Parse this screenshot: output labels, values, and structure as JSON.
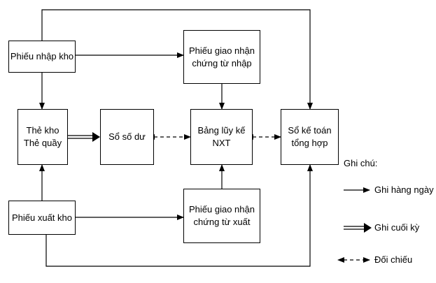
{
  "nodes": {
    "phieu_nhap_kho": [
      "Phiếu nhập kho"
    ],
    "phieu_giao_nhan_nhap": [
      "Phiếu giao nhận",
      "chứng từ nhập"
    ],
    "the_kho": [
      "Thẻ kho",
      "Thẻ quầy"
    ],
    "so_so_du": [
      "Sổ số dư"
    ],
    "bang_luy_ke": [
      "Bảng lũy kế",
      "NXT"
    ],
    "so_ke_toan": [
      "Sổ kế toán",
      "tổng hợp"
    ],
    "phieu_xuat_kho": [
      "Phiếu xuất kho"
    ],
    "phieu_giao_nhan_xuat": [
      "Phiếu giao nhận",
      "chứng từ xuất"
    ]
  },
  "legend": {
    "title": "Ghi chú:",
    "daily": "Ghi hàng ngày",
    "end_of_period": "Ghi cuối kỳ",
    "reconcile": "Đối chiếu"
  }
}
